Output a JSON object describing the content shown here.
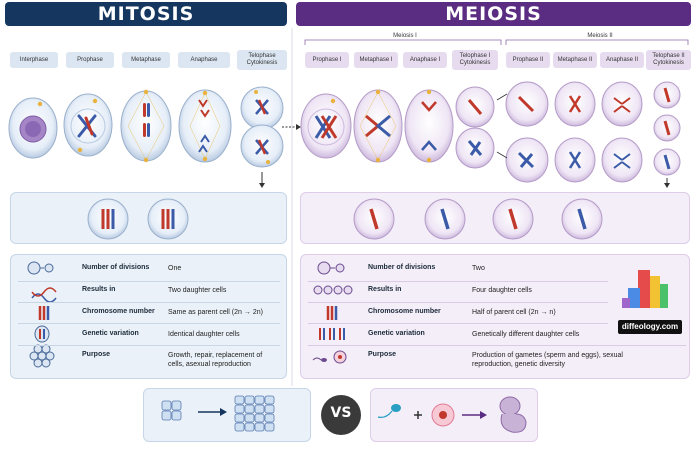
{
  "titles": {
    "mitosis": "MITOSIS",
    "meiosis": "MEIOSIS"
  },
  "colors": {
    "mitosis": "#14365f",
    "meiosis": "#5b2d82",
    "mitosis_panel": "#eaf1f8",
    "meiosis_panel": "#f4eef8"
  },
  "mitosis_stages": [
    "Interphase",
    "Prophase",
    "Metaphase",
    "Anaphase",
    "Telophase Cytokinesis"
  ],
  "meiosis_groups": [
    "Meiosis I",
    "Meiosis II"
  ],
  "meiosis_stages": [
    "Prophase I",
    "Metaphase I",
    "Anaphase I",
    "Telophase I Cytokinesis",
    "Prophase II",
    "Metaphase II",
    "Anaphase II",
    "Telophase II Cytokinesis"
  ],
  "mitosis_table": [
    {
      "label": "Number of divisions",
      "value": "One",
      "icon": "two-cells-icon"
    },
    {
      "label": "Results in",
      "value": "Two daughter cells",
      "icon": "dna-icon"
    },
    {
      "label": "Chromosome number",
      "value": "Same as parent cell (2n → 2n)",
      "icon": "chromosome-icon"
    },
    {
      "label": "Genetic variation",
      "value": "Identical daughter cells",
      "icon": "identical-chromosome-icon"
    },
    {
      "label": "Purpose",
      "value": "Growth, repair, replacement of cells, asexual reproduction",
      "icon": "cell-cluster-icon"
    }
  ],
  "meiosis_table": [
    {
      "label": "Number of divisions",
      "value": "Two",
      "icon": "two-cells-icon"
    },
    {
      "label": "Results in",
      "value": "Four daughter cells",
      "icon": "four-cells-icon"
    },
    {
      "label": "Chromosome number",
      "value": "Half of parent cell (2n → n)",
      "icon": "chromosome-icon"
    },
    {
      "label": "Genetic variation",
      "value": "Genetically different daughter cells",
      "icon": "varied-chromosome-icon"
    },
    {
      "label": "Purpose",
      "value": "Production of gametes (sperm and eggs), sexual reproduction, genetic diversity",
      "icon": "sperm-egg-icon"
    }
  ],
  "vs_label": "VS",
  "brand": "diffeology.com"
}
